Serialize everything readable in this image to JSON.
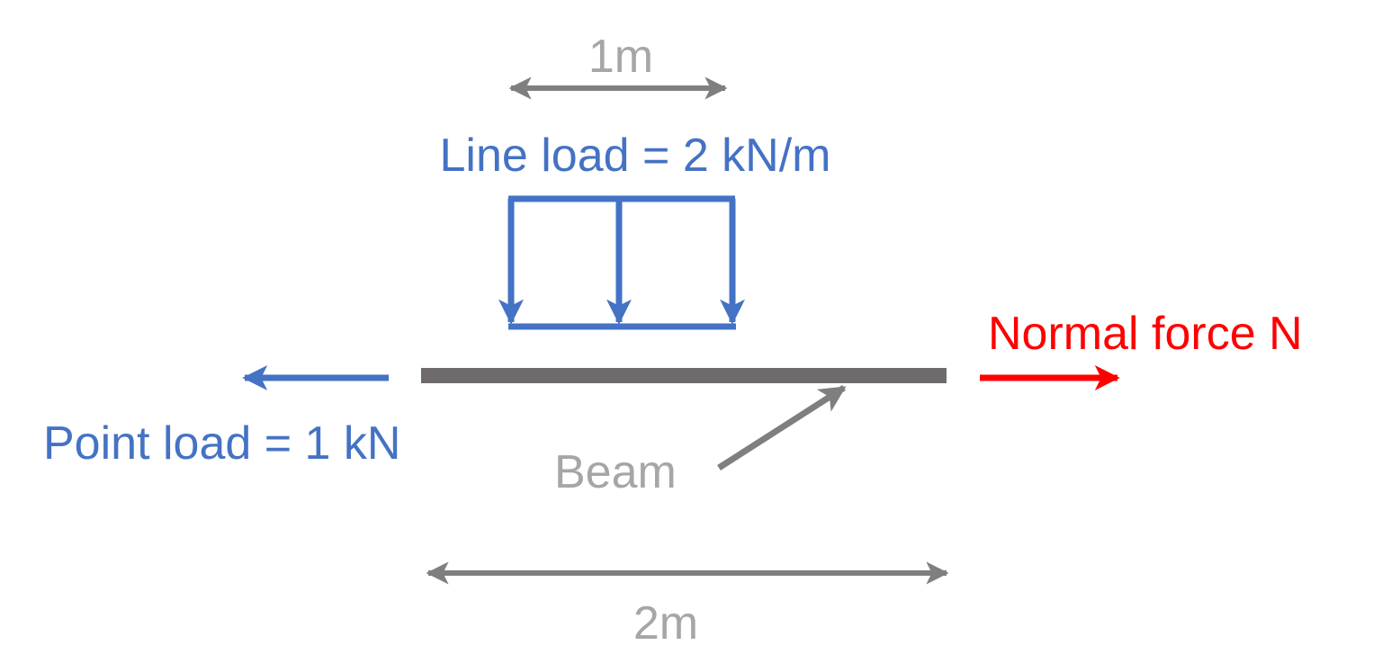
{
  "colors": {
    "blue": "#4472C4",
    "dim_gray": "#7f7f7f",
    "beam_gray": "#6f6a6c",
    "label_gray": "#a6a6a6",
    "red": "#FF0000"
  },
  "dimension_top": {
    "label": "1m"
  },
  "line_load": {
    "label": "Line load = 2 kN/m",
    "arrow_count": 3
  },
  "beam": {
    "label": "Beam"
  },
  "point_load": {
    "label": "Point load = 1 kN",
    "direction": "left"
  },
  "normal_force": {
    "label": "Normal force N",
    "direction": "right"
  },
  "dimension_bottom": {
    "label": "2m"
  }
}
